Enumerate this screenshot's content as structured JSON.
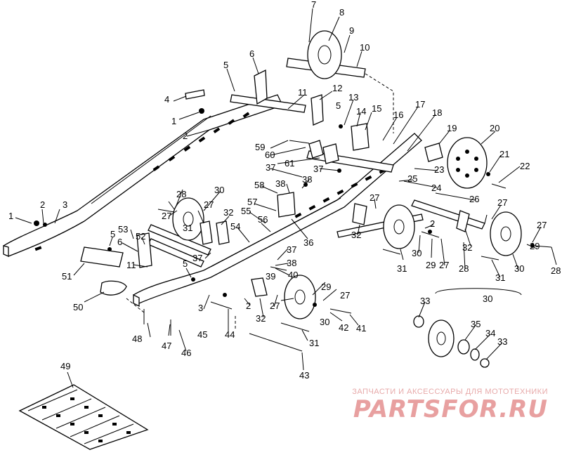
{
  "callouts": [
    "1",
    "2",
    "3",
    "4",
    "5",
    "6",
    "7",
    "8",
    "9",
    "10",
    "11",
    "12",
    "13",
    "14",
    "15",
    "16",
    "17",
    "18",
    "19",
    "20",
    "21",
    "22",
    "23",
    "24",
    "25",
    "26",
    "27",
    "28",
    "29",
    "30",
    "31",
    "32",
    "33",
    "34",
    "35",
    "36",
    "37",
    "38",
    "39",
    "40",
    "41",
    "42",
    "43",
    "44",
    "45",
    "46",
    "47",
    "48",
    "49",
    "50",
    "51",
    "52",
    "53",
    "54",
    "55",
    "56",
    "57",
    "58",
    "59",
    "60",
    "61"
  ],
  "watermark": {
    "tagline": "ЗАПЧАСТИ И АКСЕССУАРЫ ДЛЯ МОТОТЕХНИКИ",
    "logo": "PARTSFOR.RU"
  }
}
